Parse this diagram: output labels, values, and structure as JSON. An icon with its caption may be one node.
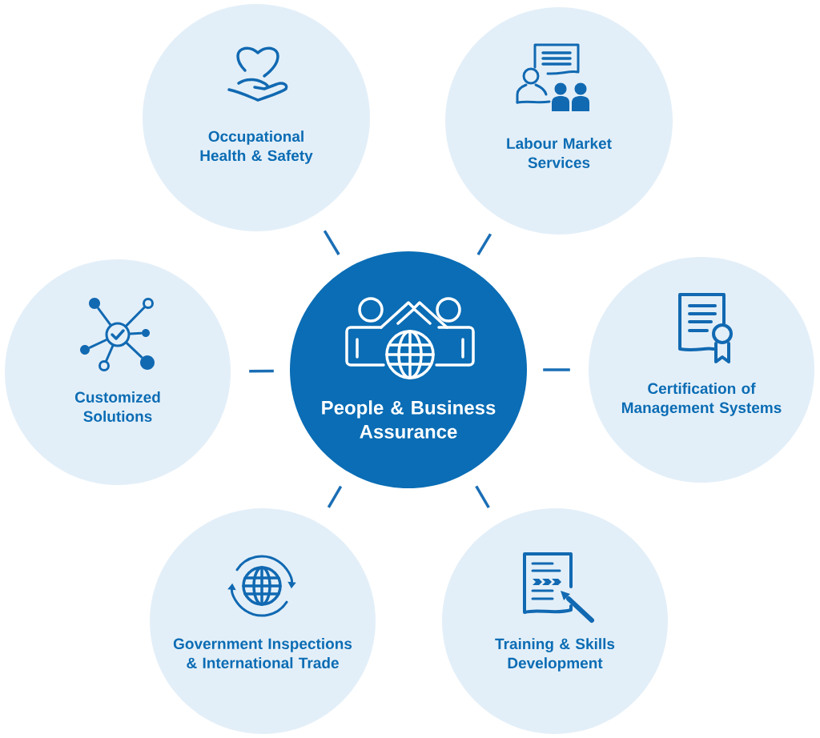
{
  "diagram": {
    "nodes": [
      {
        "text": [
          "Occupational Health & Safety"
        ]
      },
      {
        "text": [
          "Labour Market Services"
        ]
      },
      {
        "text": [
          "Customized Solutions"
        ]
      },
      {
        "text": [
          "People & Business Assurance"
        ]
      },
      {
        "text": [
          "Certification of Management Systems"
        ]
      },
      {
        "text": [
          "Government Inspections & International Trade"
        ]
      },
      {
        "text": [
          "Training & Skills Development"
        ]
      }
    ],
    "edges": [
      {
        "from": 3,
        "to": 0,
        "arrow": "none"
      },
      {
        "from": 3,
        "to": 1,
        "arrow": "none"
      },
      {
        "from": 3,
        "to": 2,
        "arrow": "none"
      },
      {
        "from": 3,
        "to": 4,
        "arrow": "none"
      },
      {
        "from": 3,
        "to": 5,
        "arrow": "none"
      },
      {
        "from": 3,
        "to": 6,
        "arrow": "none"
      }
    ]
  }
}
